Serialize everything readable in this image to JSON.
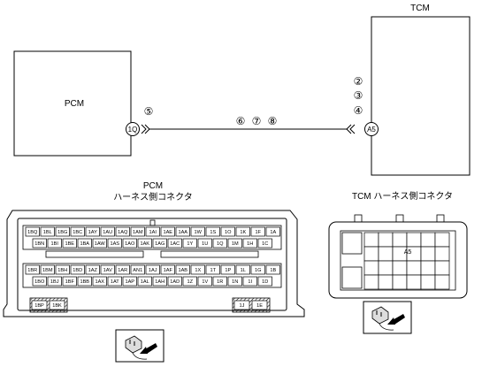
{
  "modules": {
    "pcm": {
      "label": "PCM"
    },
    "tcm": {
      "label": "TCM"
    }
  },
  "wiring": {
    "pcm_terminal": "1Q",
    "tcm_terminal": "A5",
    "pcm_circle": "⑤",
    "wire_circles": [
      "⑥",
      "⑦",
      "⑧"
    ],
    "tcm_circles": [
      "②",
      "③",
      "④"
    ]
  },
  "pcm_connector": {
    "title_line1": "PCM",
    "title_line2": "ハーネス側コネクタ",
    "rows": [
      [
        "1BQ",
        "1BL",
        "1BG",
        "1BC",
        "1AY",
        "1AU",
        "1AQ",
        "1AM",
        "1AI",
        "1AE",
        "1AA",
        "1W",
        "1S",
        "1O",
        "1K",
        "1F",
        "1A"
      ],
      [
        "1BN",
        "1BI",
        "1BE",
        "1BA",
        "1AW",
        "1AS",
        "1AO",
        "1AK",
        "1AG",
        "1AC",
        "1Y",
        "1U",
        "1Q",
        "1M",
        "1H",
        "1C"
      ],
      [
        "1BR",
        "1BM",
        "1BH",
        "1BD",
        "1AZ",
        "1AV",
        "1AR",
        "AN1",
        "1AJ",
        "1AF",
        "1AB",
        "1X",
        "1T",
        "1P",
        "1L",
        "1G",
        "1B"
      ],
      [
        "1BO",
        "1BJ",
        "1BF",
        "1BB",
        "1AX",
        "1AT",
        "1AP",
        "1AL",
        "1AH",
        "1AD",
        "1Z",
        "1V",
        "1R",
        "1N",
        "1I",
        "1D"
      ]
    ],
    "bottom_left": [
      "1BP",
      "1BK"
    ],
    "bottom_right": [
      "1J",
      "1E"
    ]
  },
  "tcm_connector": {
    "title": "TCM ハーネス側コネクタ",
    "pin": "A5"
  }
}
